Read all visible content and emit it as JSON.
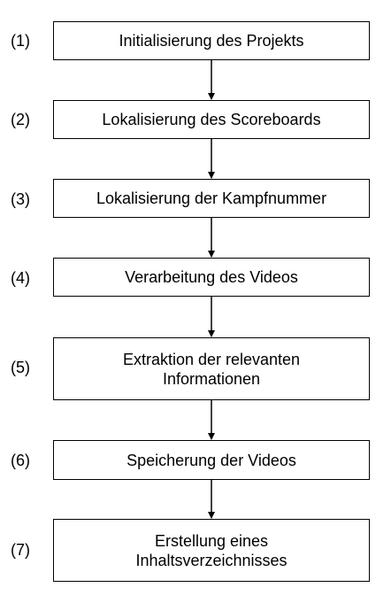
{
  "steps": [
    {
      "number": "(1)",
      "label": "Initialisierung des Projekts"
    },
    {
      "number": "(2)",
      "label": "Lokalisierung des Scoreboards"
    },
    {
      "number": "(3)",
      "label": "Lokalisierung der Kampfnummer"
    },
    {
      "number": "(4)",
      "label": "Verarbeitung des Videos"
    },
    {
      "number": "(5)",
      "label": "Extraktion der relevanten Informationen"
    },
    {
      "number": "(6)",
      "label": "Speicherung der Videos"
    },
    {
      "number": "(7)",
      "label": "Erstellung eines Inhaltsverzeichnisses"
    }
  ],
  "colors": {
    "line": "#000000",
    "background": "#ffffff"
  }
}
